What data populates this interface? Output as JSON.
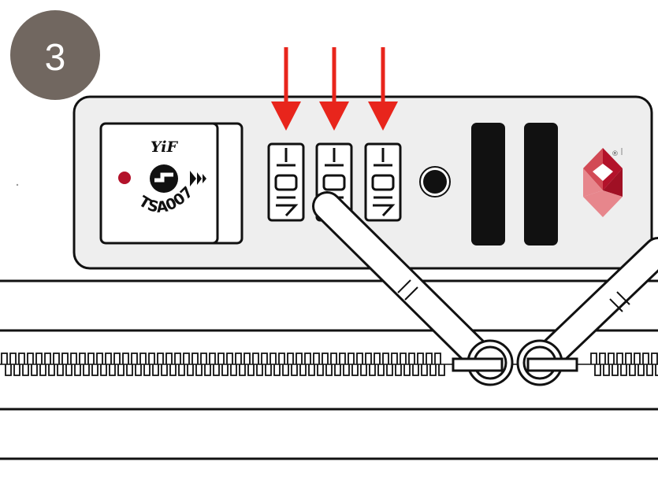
{
  "step": {
    "number": "3"
  },
  "lock": {
    "brand": "YiF",
    "model": "TSA007",
    "registered_mark": "®",
    "dial_count": 3,
    "colors": {
      "panel": "#eeeeee",
      "outline": "#111111",
      "arrow": "#e8251c",
      "indicator_dot": "#b3122a",
      "badge": "#716760",
      "logo_dark": "#b3122a",
      "logo_light": "#e7868c"
    }
  },
  "icons": {
    "arrows": "down-arrow-icon",
    "tsa": "tsa-key-icon",
    "logo": "brand-diamond-logo-icon"
  }
}
